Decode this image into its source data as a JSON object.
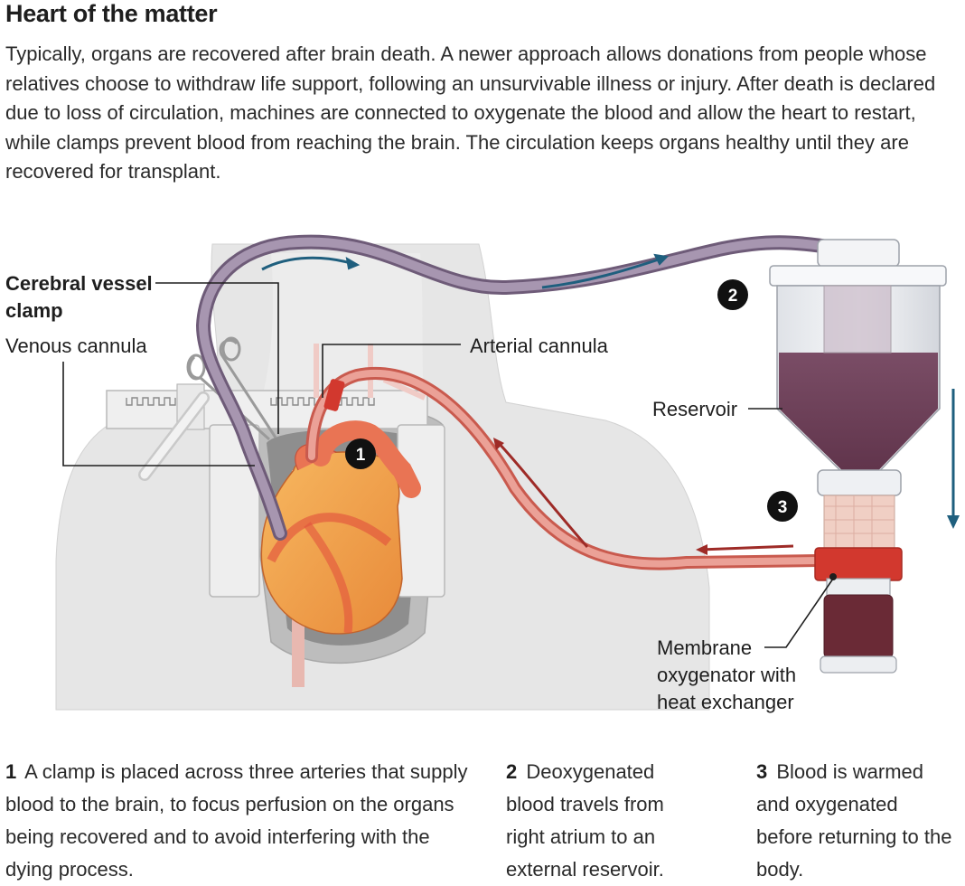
{
  "title": "Heart of the matter",
  "intro": "Typically, organs are recovered after brain death. A newer approach allows donations from people whose relatives choose to withdraw life support, following an unsurvivable illness or injury. After death is declared due to loss of circulation, machines are connected to oxygenate the blood and allow the heart to restart, while clamps prevent blood from reaching the brain. The circulation keeps organs healthy until they are recovered for transplant.",
  "labels": {
    "cerebral_clamp_line1": "Cerebral vessel",
    "cerebral_clamp_line2": "clamp",
    "venous_cannula": "Venous cannula",
    "arterial_cannula": "Arterial cannula",
    "reservoir": "Reservoir",
    "oxygenator_line1": "Membrane",
    "oxygenator_line2": "oxygenator with",
    "oxygenator_line3": "heat exchanger"
  },
  "markers": [
    "1",
    "2",
    "3"
  ],
  "steps": [
    {
      "number": "1",
      "text": "A clamp is placed across three arteries that supply blood to the brain, to focus perfusion on the organs being recovered and to avoid interfering with the dying process."
    },
    {
      "number": "2",
      "text": "Deoxygenated blood travels from right atrium to an external reservoir."
    },
    {
      "number": "3",
      "text": "Blood is warmed and oxygenated before returning to the body."
    }
  ],
  "colors": {
    "venous_tube": "#8f7d99",
    "arterial_tube": "#e07e72",
    "blood_dark": "#6a3d55",
    "flow_arrow_blue": "#1f5f7e",
    "flow_arrow_red": "#9e2b27",
    "heart": "#f2a350",
    "clamp_band": "#d2382e",
    "body": "#e5e5e5"
  }
}
